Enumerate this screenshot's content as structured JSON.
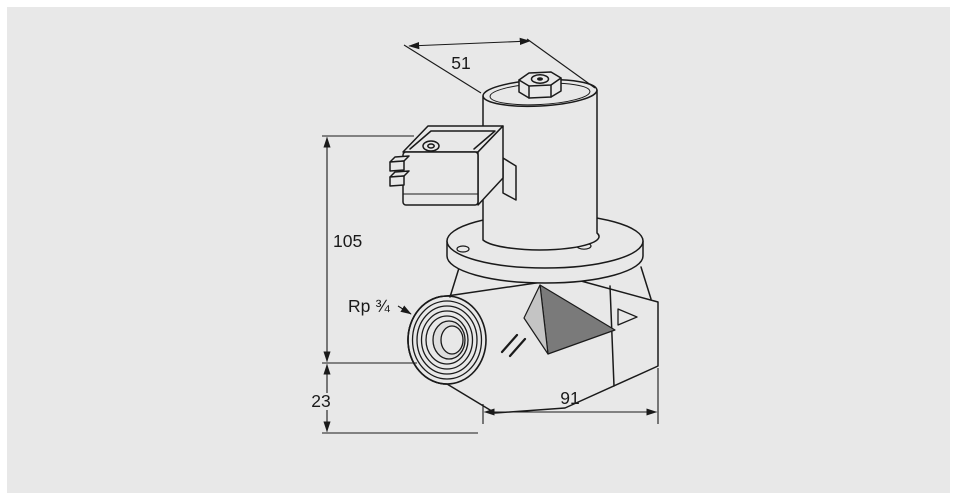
{
  "drawing": {
    "type": "technical dimensional drawing",
    "subject": "gas solenoid valve with coil, DIN connector and threaded port",
    "labels": {
      "coil_width": "51",
      "overall_height": "105",
      "bottom_offset": "23",
      "body_length": "91",
      "thread_size": "Rp ¾"
    },
    "colors": {
      "page": "#ffffff",
      "background": "#e8e8e8",
      "line": "#1a1a1a",
      "recess_dark": "#7a7a7a",
      "recess_light": "#c4c4c4"
    }
  }
}
